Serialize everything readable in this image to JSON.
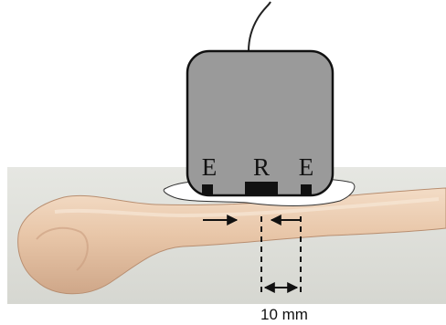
{
  "probe": {
    "element_labels": [
      "E",
      "R",
      "E"
    ],
    "body_color": "#9a9a9a",
    "outline_color": "#111111"
  },
  "measurement": {
    "label": "10 mm"
  },
  "colors": {
    "background_photo": "#dcddd7",
    "bone": "#e6c6ac",
    "coupling_pad": "#ffffff"
  }
}
